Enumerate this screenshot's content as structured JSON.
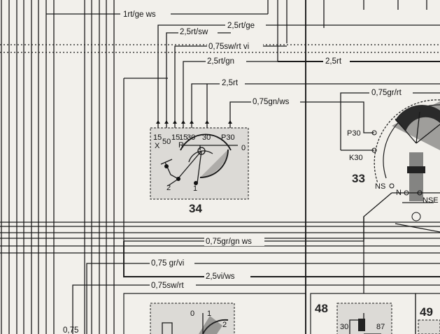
{
  "wire_labels": {
    "w1": "1rt/ge ws",
    "w2": "2,5rt/ge",
    "w3": "2,5rt/sw",
    "w4": "0,75sw/rt vi",
    "w5": "2,5rt/gn",
    "w6": "2,5rt",
    "w7": "2,5rt",
    "w8": "0,75gr/rt",
    "w9": "0,75gn/ws",
    "w10": "0,75gr/gn ws",
    "w11": "0,75 gr/vi",
    "w12": "2,5vi/ws",
    "w13": "0,75sw/rt",
    "w14": "0,75"
  },
  "components": {
    "c34": {
      "number": "34",
      "pins": {
        "p15x": "15",
        "px": "X",
        "p50": "50",
        "p15r": "15",
        "pr": "R",
        "p15b": "15",
        "p30a": "30",
        "p30b": "30",
        "pp30": "P30",
        "p0": "0",
        "p1": "1",
        "p2": "2"
      }
    },
    "c33": {
      "number": "33",
      "pins": {
        "pp30": "P30",
        "pk30": "K30",
        "pns": "NS",
        "pn": "N",
        "pnse": "NSE"
      }
    },
    "c48": {
      "number": "48",
      "pins": {
        "p30": "30",
        "p87": "87"
      }
    },
    "c49": {
      "number": "49"
    },
    "c_lower": {
      "pins": {
        "p0": "0",
        "p1": "1",
        "p2": "2"
      }
    }
  }
}
